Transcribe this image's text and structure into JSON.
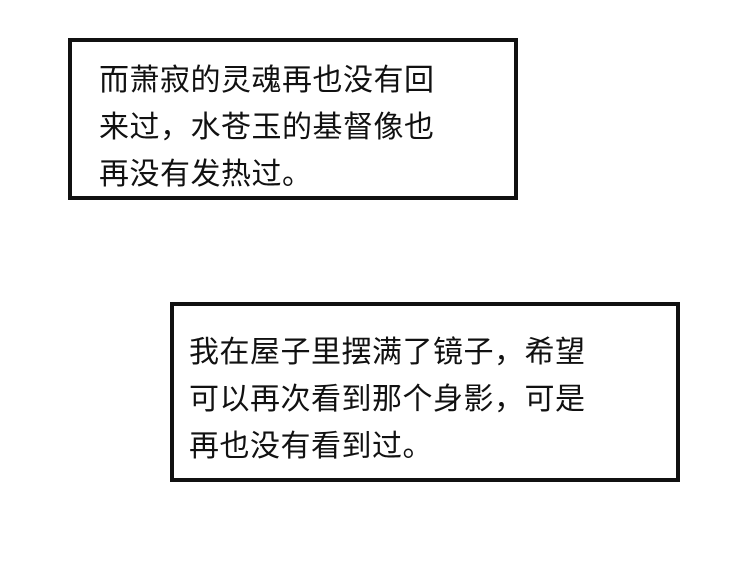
{
  "captions": [
    {
      "lines": [
        "而萧寂的灵魂再也没有回",
        "来过，水苍玉的基督像也",
        "再没有发热过。"
      ]
    },
    {
      "lines": [
        "我在屋子里摆满了镜子，希望",
        "可以再次看到那个身影，可是",
        "再也没有看到过。"
      ]
    }
  ]
}
